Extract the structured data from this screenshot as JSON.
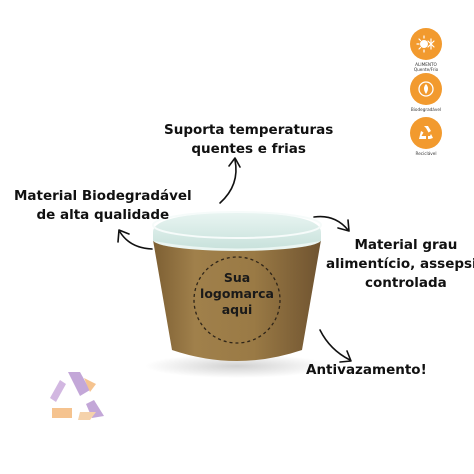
{
  "callouts": {
    "temperature": {
      "line1": "Suporta temperaturas",
      "line2": "quentes e frias"
    },
    "biodegradable": {
      "line1": "Material Biodegradável",
      "line2": "de alta qualidade"
    },
    "food_grade": {
      "line1": "Material grau",
      "line2": "alimentício, assepsia",
      "line3": "controlada"
    },
    "anti_leak": {
      "line1": "Antivazamento!"
    }
  },
  "cup": {
    "logo_text": {
      "line1": "Sua",
      "line2": "logomarca",
      "line3": "aqui"
    },
    "kraft_color": "#9a7a45",
    "rim_color": "#d6ece6"
  },
  "badges": [
    {
      "icon": "hot-cold-icon",
      "caption_line1": "ALIMENTO",
      "caption_line2": "Quente/Frio"
    },
    {
      "icon": "biodegradable-icon",
      "caption_line1": "Biodegradável"
    },
    {
      "icon": "recycle-icon",
      "caption_line1": "Reciclável"
    }
  ],
  "colors": {
    "badge_orange": "#f29a2e",
    "text": "#111111",
    "recycle_watermark_purple": "#b08acb",
    "recycle_watermark_orange": "#f2b06a"
  }
}
